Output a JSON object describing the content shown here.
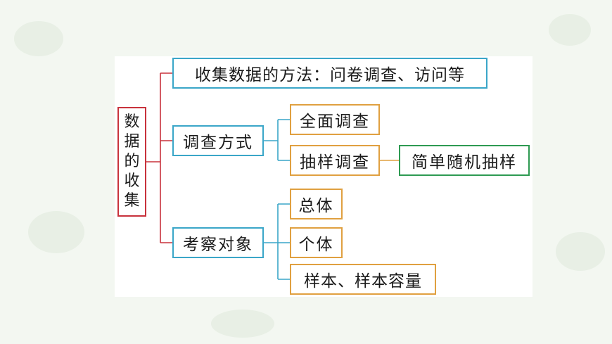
{
  "root": {
    "chars": [
      "数",
      "据",
      "的",
      "收",
      "集"
    ]
  },
  "level1": {
    "methods": "收集数据的方法：问卷调查、访问等",
    "survey_type": "调查方式",
    "object": "考察对象"
  },
  "survey_types": {
    "full": "全面调查",
    "sample": "抽样调查",
    "random": "简单随机抽样"
  },
  "objects": {
    "population": "总体",
    "individual": "个体",
    "sample": "样本、样本容量"
  },
  "colors": {
    "root": "#c8323c",
    "level1": "#3aa6c8",
    "level2": "#e0a040",
    "level3": "#2e9a52"
  }
}
